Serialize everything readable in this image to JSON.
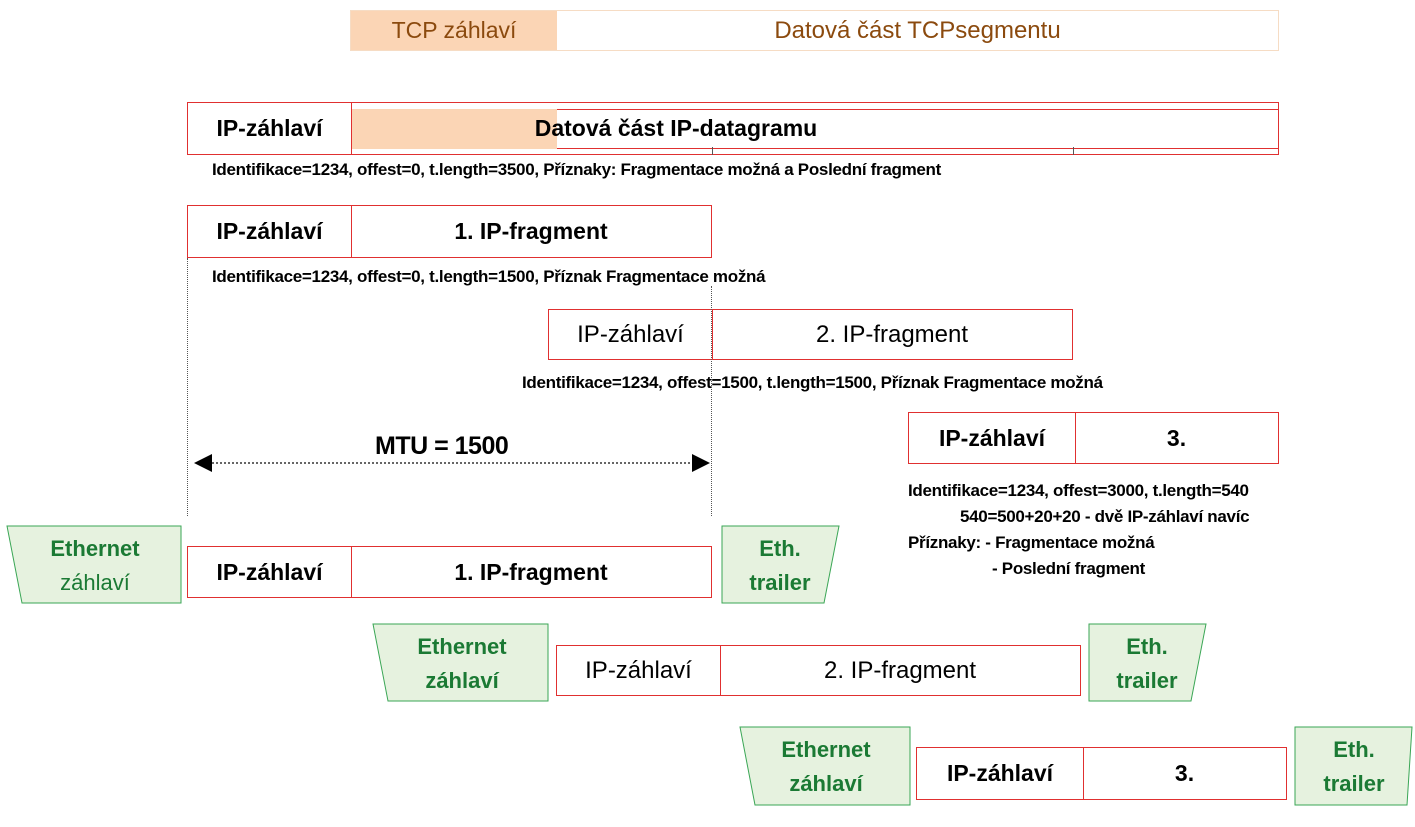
{
  "tcp": {
    "header": "TCP záhlaví",
    "data": "Datová část TCPsegmentu"
  },
  "datagram": {
    "header": "IP-záhlaví",
    "data": "Datová část IP-datagramu",
    "info": "Identifikace=1234, offest=0, t.length=3500, Příznaky: Fragmentace možná a Poslední fragment"
  },
  "frag1": {
    "header": "IP-záhlaví",
    "data": "1. IP-fragment",
    "info": "Identifikace=1234, offest=0, t.length=1500, Příznak Fragmentace možná"
  },
  "frag2": {
    "header": "IP-záhlaví",
    "data": "2. IP-fragment",
    "info": "Identifikace=1234, offest=1500, t.length=1500, Příznak Fragmentace možná"
  },
  "frag3": {
    "header": "IP-záhlaví",
    "data": "3.",
    "info_1": "Identifikace=1234, offest=3000, t.length=540",
    "info_2": "540=500+20+20 - dvě IP-záhlaví navíc",
    "info_3": "Příznaky: - Fragmentace možná",
    "info_4": "- Poslední fragment"
  },
  "mtu": {
    "label": "MTU = 1500"
  },
  "ethernet": {
    "header_line1": "Ethernet",
    "header_line2": "záhlaví",
    "trailer_line1": "Eth.",
    "trailer_line2": "trailer"
  },
  "colors": {
    "ip_border": "#e03030",
    "tcp_header_fill": "#fbd5b5",
    "tcp_text": "#8b4a0e",
    "eth_fill": "#e6f2df",
    "eth_border": "#3aa655",
    "eth_text": "#1b7a34"
  }
}
